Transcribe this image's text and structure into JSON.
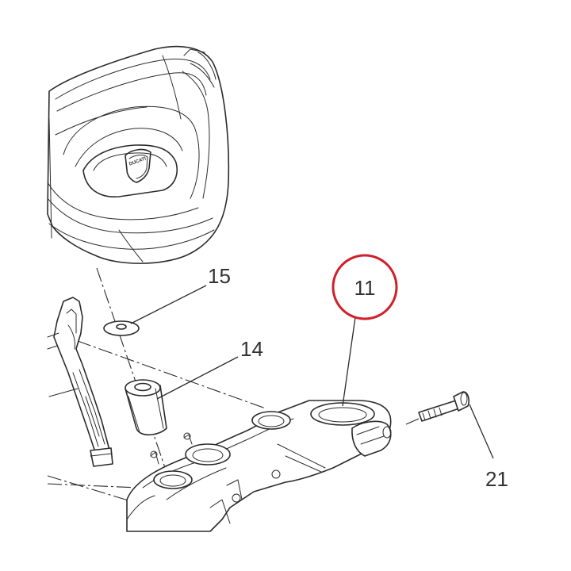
{
  "callouts": {
    "c15": "15",
    "c14": "14",
    "c11": "11",
    "c21": "21"
  },
  "logo": {
    "text": "DUCATI"
  },
  "colors": {
    "line": "#2b2b2b",
    "highlight_ring": "#d0202a",
    "label": "#333333",
    "background": "#ffffff"
  },
  "highlight": {
    "part": "11"
  }
}
